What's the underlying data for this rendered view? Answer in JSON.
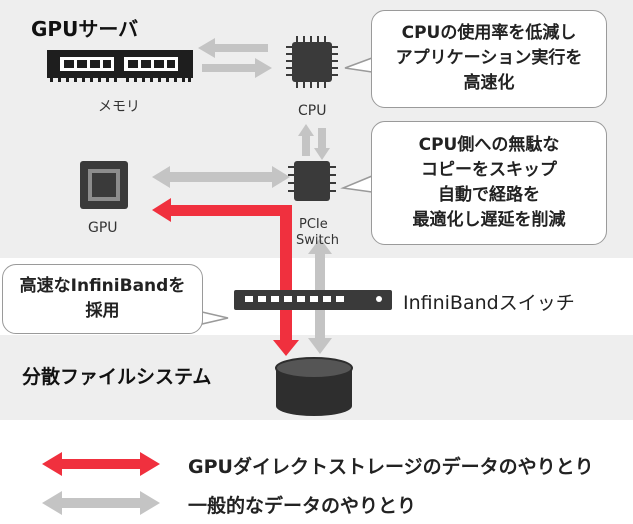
{
  "server": {
    "title": "GPUサーバ"
  },
  "labels": {
    "memory": "メモリ",
    "cpu": "CPU",
    "gpu": "GPU",
    "pcie_line1": "PCIe",
    "pcie_line2": "Switch",
    "infiniband_switch": "InfiniBandスイッチ",
    "filesystem": "分散ファイルシステム"
  },
  "callouts": {
    "cpu_load": [
      "CPUの使用率を低減し",
      "アプリケーション実行を",
      "高速化"
    ],
    "direct_path": [
      "CPU側への無駄な",
      "コピーをスキップ",
      "自動で経路を",
      "最適化し遅延を削減"
    ],
    "infiniband": [
      "高速なInfiniBandを",
      "採用"
    ]
  },
  "legend": {
    "gpudirect": "GPUダイレクトストレージのデータのやりとり",
    "general": "一般的なデータのやりとり"
  },
  "colors": {
    "gpudirect_arrow": "#f0303e",
    "general_arrow": "#c4c4c4",
    "panel": "#eeeeee",
    "chip": "#3a3a3a"
  }
}
